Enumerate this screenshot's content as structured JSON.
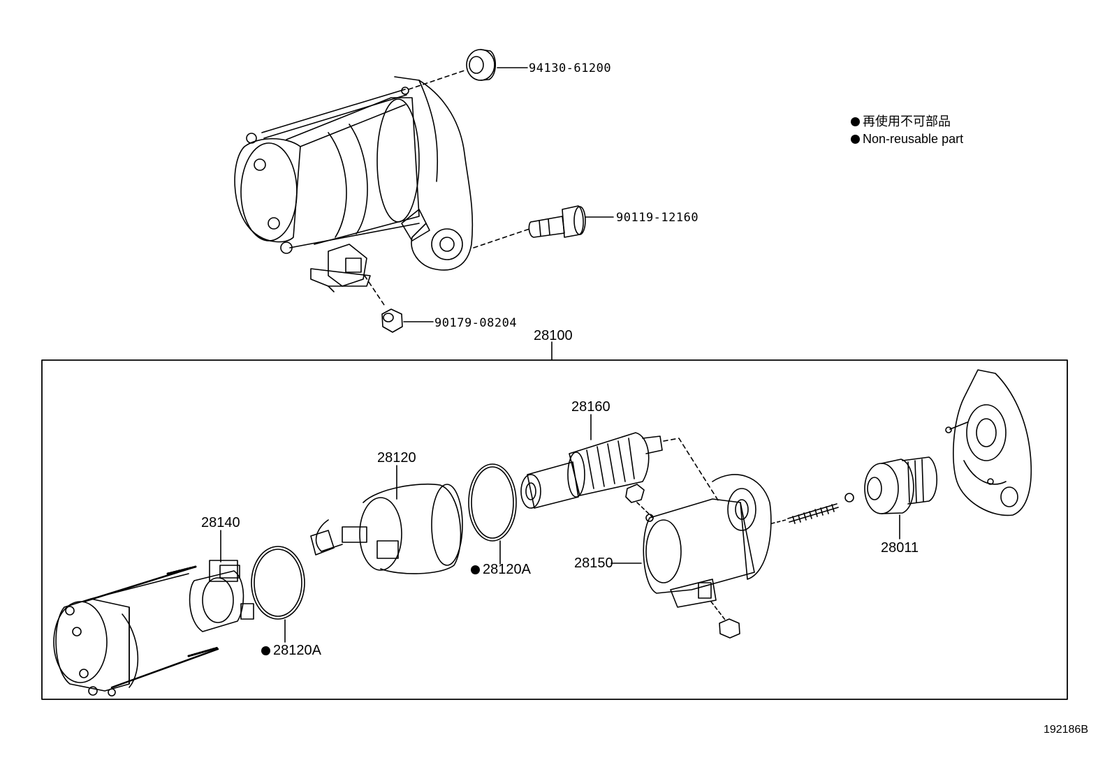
{
  "callouts": {
    "washer": "94130-61200",
    "bolt": "90119-12160",
    "nut": "90179-08204",
    "assembly": "28100",
    "armature": "28160",
    "yoke": "28120",
    "brush_holder": "28140",
    "oring_a": "28120A",
    "oring_b": "28120A",
    "housing": "28150",
    "clutch": "28011"
  },
  "legend": {
    "line_ja": "再使用不可部品",
    "line_en": "Non-reusable part"
  },
  "figure_id": "192186B"
}
